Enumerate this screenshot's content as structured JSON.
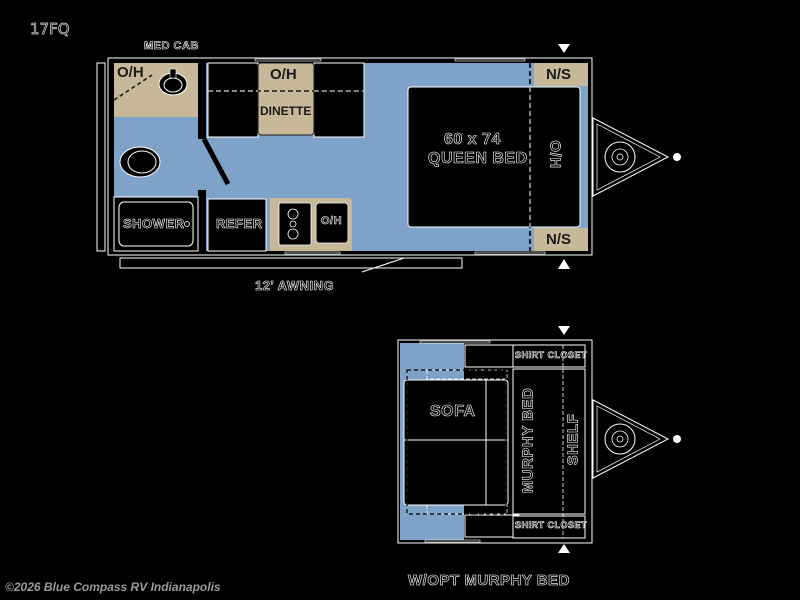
{
  "model": "17FQ",
  "main_plan": {
    "labels": {
      "med_cab": "MED CAB",
      "bath_oh": "O/H",
      "dinette_oh": "O/H",
      "dinette": "DINETTE",
      "shower": "SHOWER",
      "refer": "REFER",
      "kitchen_oh": "O/H",
      "bed_size": "60 x 74",
      "bed_name": "QUEEN BED",
      "bed_oh": "O/H",
      "ns_top": "N/S",
      "ns_bottom": "N/S",
      "awning": "12' AWNING"
    }
  },
  "alt_plan": {
    "labels": {
      "sofa": "SOFA",
      "murphy_bed": "MURPHY BED",
      "shelf": "SHELF",
      "shirt_closet_top": "SHIRT CLOSET",
      "shirt_closet_bottom": "SHIRT CLOSET"
    },
    "caption": "W/OPT MURPHY BED"
  },
  "footer": "©2026 Blue Compass RV Indianapolis",
  "colors": {
    "floor_blue": "#7fa3c8",
    "cabinet_tan": "#c8b89a",
    "wall_black": "#000000",
    "line_white": "#ffffff"
  }
}
